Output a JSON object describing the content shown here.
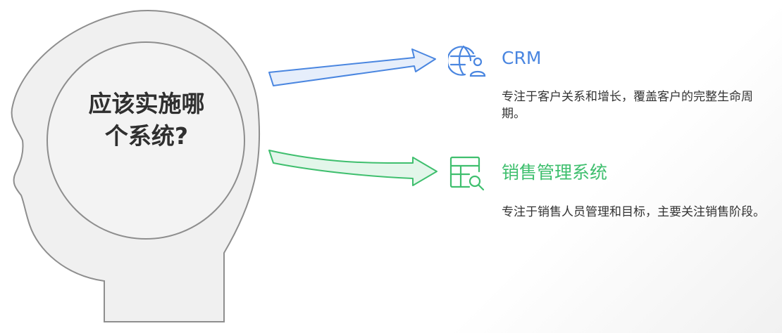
{
  "question": {
    "line1": "应该实施哪",
    "line2": "个系统?"
  },
  "options": [
    {
      "title": "CRM",
      "description": "专注于客户关系和增长，覆盖客户的完整生命周期。",
      "color": "#4a86e0",
      "fill": "#e6eefb",
      "icon": "globe-user-icon"
    },
    {
      "title": "销售管理系统",
      "description": "专注于销售人员管理和目标，主要关注销售阶段。",
      "color": "#3fbf6e",
      "fill": "#e3f6ea",
      "icon": "table-search-icon"
    }
  ]
}
